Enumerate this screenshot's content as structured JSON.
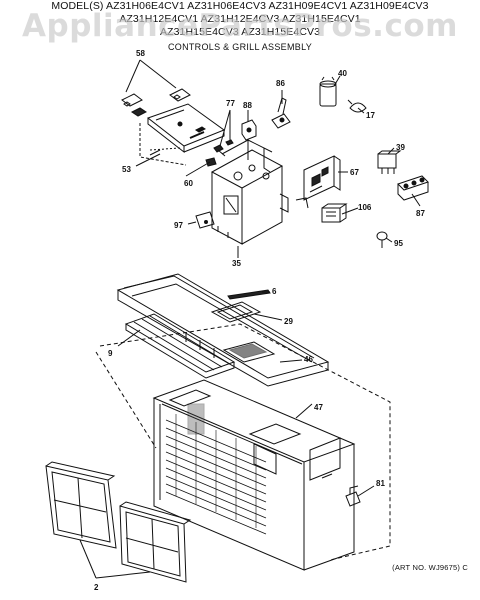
{
  "header": {
    "line1": "MODEL(S) AZ31H06E4CV1  AZ31H06E4CV3  AZ31H09E4CV1  AZ31H09E4CV3",
    "line2": "AZ31H12E4CV1  AZ31H12E4CV3  AZ31H15E4CV1",
    "line3": "AZ31H15E4CV3  AZ31H15E4CV3",
    "subtitle": "CONTROLS & GRILL ASSEMBLY"
  },
  "watermark": "AppliancePartsPros.com",
  "art_number": "(ART NO. WJ9675) C",
  "callouts": {
    "c58": "58",
    "c53": "53",
    "c60": "60",
    "c77": "77",
    "c88": "88",
    "c86": "86",
    "c40": "40",
    "c17": "17",
    "c39": "39",
    "c67": "67",
    "c87": "87",
    "c106": "106",
    "c95": "95",
    "c97": "97",
    "c35": "35",
    "c6": "6",
    "c29": "29",
    "c9": "9",
    "c46": "46",
    "c47": "47",
    "c81": "81",
    "c2": "2"
  }
}
